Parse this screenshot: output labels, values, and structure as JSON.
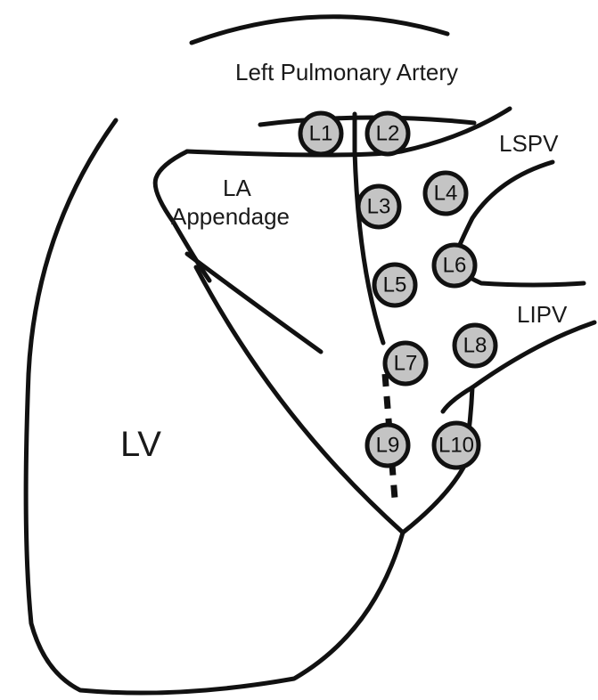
{
  "labels": {
    "left_pulmonary_artery": "Left Pulmonary Artery",
    "lspv": "LSPV",
    "lipv": "LIPV",
    "la_appendage_line1": "LA",
    "la_appendage_line2": "Appendage",
    "lv": "LV"
  },
  "sites": [
    {
      "label": "L1"
    },
    {
      "label": "L2"
    },
    {
      "label": "L3"
    },
    {
      "label": "L4"
    },
    {
      "label": "L5"
    },
    {
      "label": "L6"
    },
    {
      "label": "L7"
    },
    {
      "label": "L8"
    },
    {
      "label": "L9"
    },
    {
      "label": "L10"
    }
  ],
  "colors": {
    "line": "#111111",
    "site_fill": "#c4c4c4",
    "background": "#ffffff"
  }
}
